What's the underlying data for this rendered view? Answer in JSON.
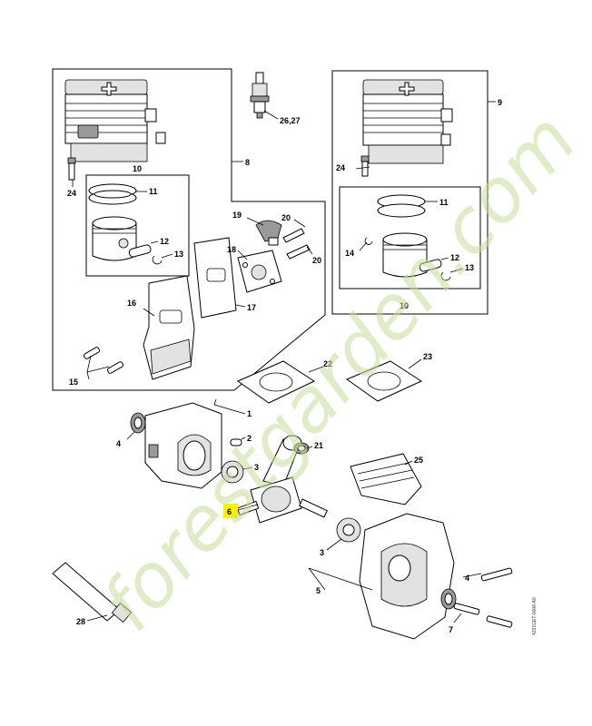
{
  "diagram": {
    "callouts": [
      {
        "id": "c26",
        "text": "26,27"
      },
      {
        "id": "c8",
        "text": "8"
      },
      {
        "id": "c9",
        "text": "9"
      },
      {
        "id": "c10a",
        "text": "10"
      },
      {
        "id": "c11a",
        "text": "11"
      },
      {
        "id": "c12a",
        "text": "12"
      },
      {
        "id": "c13a",
        "text": "13"
      },
      {
        "id": "c24a",
        "text": "24"
      },
      {
        "id": "c24b",
        "text": "24"
      },
      {
        "id": "c11b",
        "text": "11"
      },
      {
        "id": "c14",
        "text": "14"
      },
      {
        "id": "c12b",
        "text": "12"
      },
      {
        "id": "c13b",
        "text": "13"
      },
      {
        "id": "c10b",
        "text": "10"
      },
      {
        "id": "c19",
        "text": "19"
      },
      {
        "id": "c20a",
        "text": "20"
      },
      {
        "id": "c20b",
        "text": "20"
      },
      {
        "id": "c18",
        "text": "18"
      },
      {
        "id": "c17",
        "text": "17"
      },
      {
        "id": "c16",
        "text": "16"
      },
      {
        "id": "c15",
        "text": "15"
      },
      {
        "id": "c22",
        "text": "22"
      },
      {
        "id": "c23",
        "text": "23"
      },
      {
        "id": "c1",
        "text": "1"
      },
      {
        "id": "c2",
        "text": "2"
      },
      {
        "id": "c3a",
        "text": "3"
      },
      {
        "id": "c21",
        "text": "21"
      },
      {
        "id": "c4a",
        "text": "4"
      },
      {
        "id": "c25",
        "text": "25"
      },
      {
        "id": "c6",
        "text": "6"
      },
      {
        "id": "c3b",
        "text": "3"
      },
      {
        "id": "c5",
        "text": "5"
      },
      {
        "id": "c4b",
        "text": "4"
      },
      {
        "id": "c7",
        "text": "7"
      },
      {
        "id": "c28",
        "text": "28"
      }
    ],
    "highlight_color": "#ffee00",
    "drawing_code": "4231GET-0006-A0",
    "watermark": "forestgarden.com"
  }
}
